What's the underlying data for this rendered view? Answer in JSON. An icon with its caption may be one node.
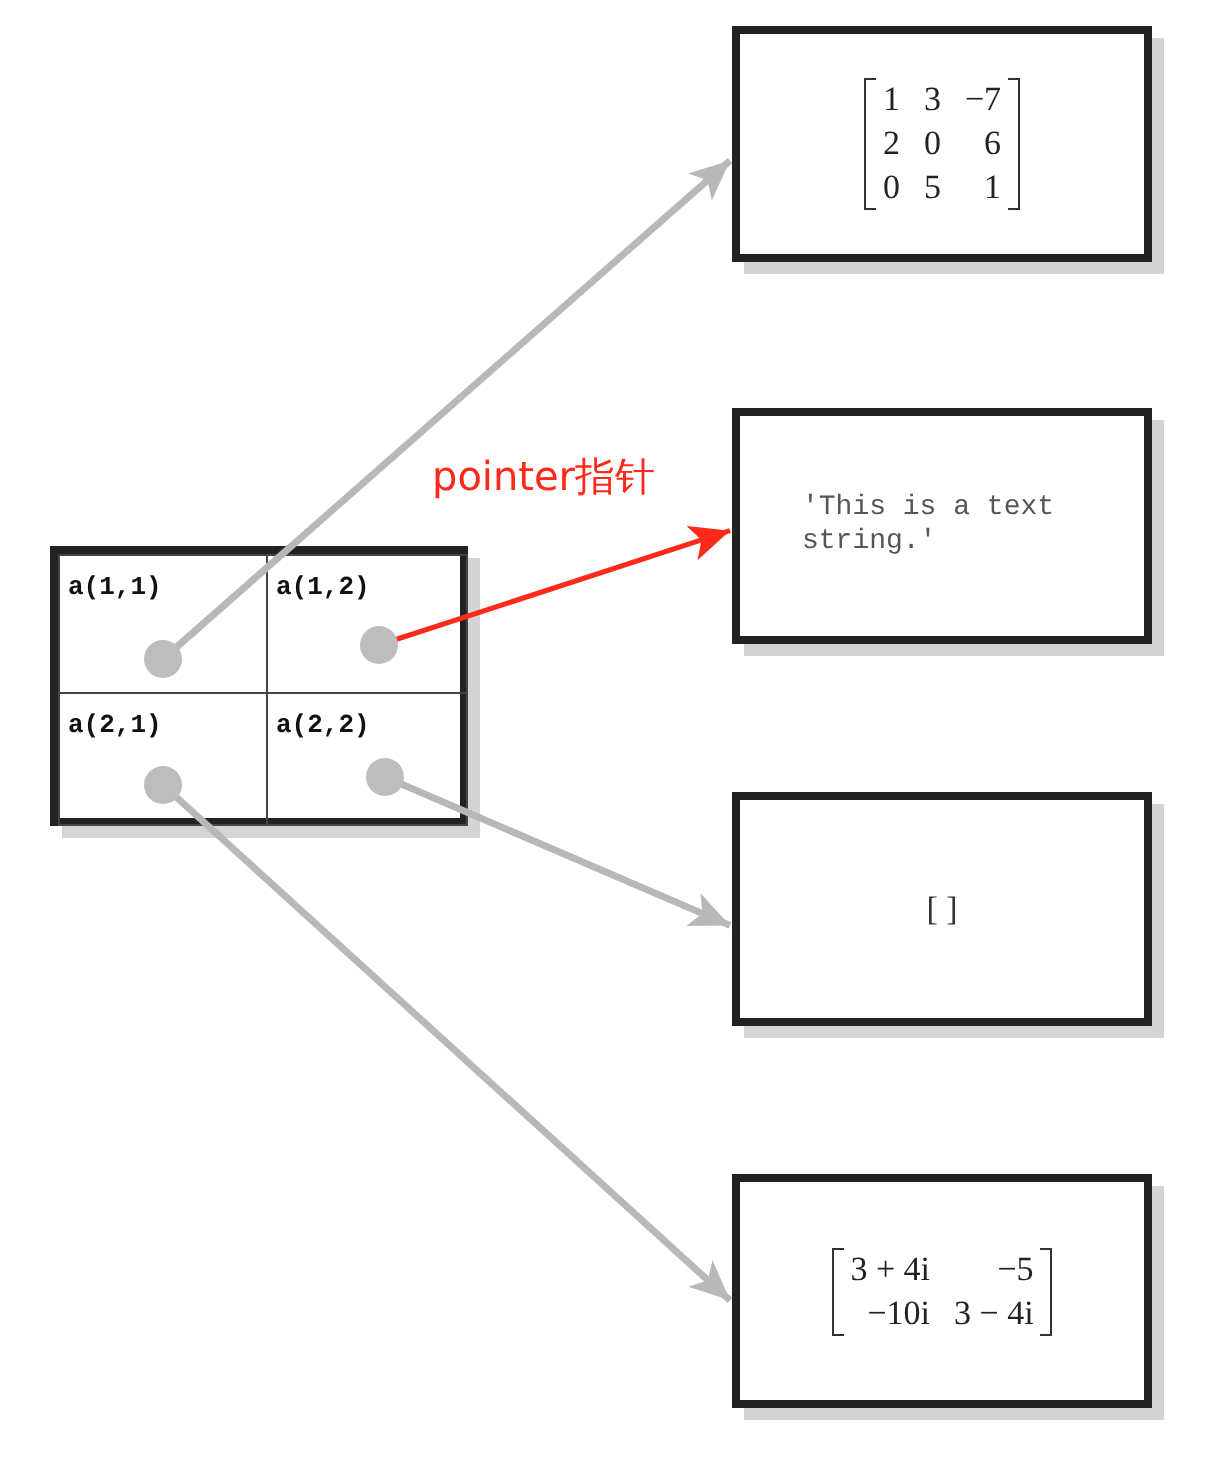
{
  "diagram": {
    "nodes": [
      {
        "text": [],
        "shape": "box"
      },
      {
        "text": [
          "a(1,1)"
        ],
        "in": 0
      },
      {
        "text": [
          "a(1,2)"
        ],
        "in": 0
      },
      {
        "text": [
          "a(2,1)"
        ],
        "in": 0
      },
      {
        "text": [
          "a(2,2)"
        ],
        "in": 0
      },
      {
        "text": [],
        "shape": "circle",
        "in": 1
      },
      {
        "text": [],
        "shape": "circle",
        "in": 2
      },
      {
        "text": [],
        "shape": "circle",
        "in": 3
      },
      {
        "text": [],
        "shape": "circle",
        "in": 4
      },
      {
        "text": [
          "1",
          "3",
          "−7",
          "2",
          "0",
          "6",
          "0",
          "5",
          "1"
        ]
      },
      {
        "text": [
          "'This is a text string.'"
        ]
      },
      {
        "text": [
          "[ ]"
        ]
      },
      {
        "text": [
          "3 + 4i",
          "−5",
          "−10i",
          "3 − 4i"
        ]
      }
    ],
    "edges": [
      {
        "from": 5,
        "to": 9,
        "arrow": "to"
      },
      {
        "from": 6,
        "to": 10,
        "arrow": "to",
        "label": "pointer指针",
        "color": "#ff2a1a"
      },
      {
        "from": 8,
        "to": 11,
        "arrow": "to"
      },
      {
        "from": 7,
        "to": 12,
        "arrow": "to"
      }
    ]
  }
}
